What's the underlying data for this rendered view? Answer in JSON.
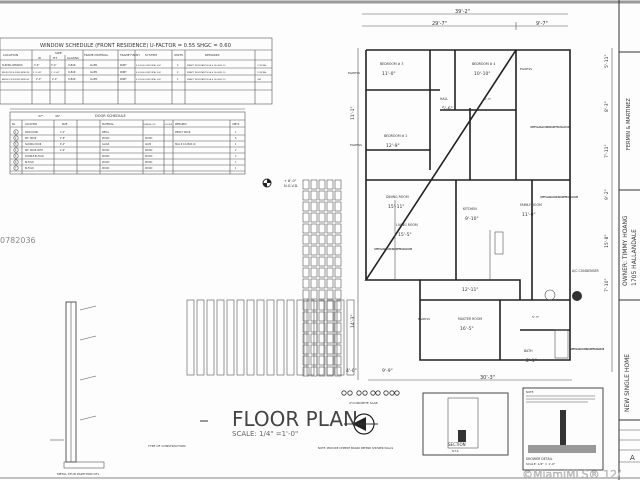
{
  "window_schedule": {
    "title": "WINDOW SCHEDULE (FRONT RESIDENCE) U-FACTOR = 0.55 SHGC = 0.60",
    "headers": [
      "LOCATION",
      "SIZE",
      "W",
      "HT",
      "GLAZING",
      "FRAME MATERIAL",
      "FRAME FINISH",
      "SYSTEM",
      "UNITS",
      "REMARKS"
    ],
    "rows": [
      [
        "SLIDING WINDOW",
        "3'-6\"",
        "3'-0\"",
        "CLEAR",
        "ALUMI.",
        "PAINT",
        "E.S.2000 HORIZONTAL SLM",
        "4",
        "IMPACT RESISTANT NOA # 14-0822.10",
        "CONCEAL"
      ],
      [
        "BEDROOM SLIDING WINDOW",
        "3'-1 5/8\"",
        "3'-1 5/8\"",
        "CLEAR",
        "ALUMI.",
        "PAINT",
        "E.S.2000 HORIZONTAL SLM",
        "2",
        "IMPACT RESISTANT NOA # 14-0822.10",
        "CONCEAL"
      ],
      [
        "BATHROOM SLIDING WINDOW",
        "2'-0\"",
        "2'-0\"",
        "CLEAR",
        "ALUMI.",
        "PAINT",
        "E.S.2000 HORIZONTAL SLM",
        "1",
        "IMPACT RESISTANT NOA # 14-0822.10",
        "OBS"
      ]
    ]
  },
  "door_schedule": {
    "title": "DOOR SCHEDULE",
    "header_note": [
      "37\"",
      "36\""
    ],
    "headers": [
      "No",
      "LOCATION",
      "SIZE",
      "MATERIAL",
      "THRESHOLD",
      "LOUVER",
      "REMARKS",
      "UNITS"
    ],
    "rows": [
      [
        "1",
        "MAIN DOOR",
        "3'-0\"",
        "METAL",
        "",
        "",
        "IMPACT DOOR",
        "1"
      ],
      [
        "2",
        "INT. DOOR",
        "2'-8\"",
        "WOOD",
        "WOOD",
        "",
        "",
        "6"
      ],
      [
        "3",
        "SLIDING DOOR",
        "6'-0\"",
        "GLASS",
        "ALUM",
        "",
        "NOA # 14-0822.10",
        "1"
      ],
      [
        "4",
        "INT. DOOR WITH",
        "2'-6\"",
        "WOOD",
        "WOOD",
        "",
        "",
        "2"
      ],
      [
        "5",
        "DOUBLE BI-FOLD",
        "",
        "WOOD",
        "WOOD",
        "",
        "",
        "3"
      ],
      [
        "6",
        "BI-FOLD",
        "",
        "WOOD",
        "WOOD",
        "",
        "",
        "1"
      ],
      [
        "7",
        "BI-FOLD",
        "",
        "WOOD",
        "WOOD",
        "",
        "",
        "1"
      ]
    ]
  },
  "listing_id": "0782036",
  "ngvd": {
    "elev": "+ 8'-0\"",
    "label": "N.G.V.D."
  },
  "dims": {
    "overall": "39'-2\"",
    "left": "29'-7\"",
    "right": "9'-7\"",
    "bottom": "30'-3\"",
    "bot1": "4'-0\"",
    "bot2": "9'-9\"",
    "r1": "5'-11\"",
    "r2": "8'-3\"",
    "r3": "7'-11\"",
    "r4": "9'-2\"",
    "r5": "15'-8\"",
    "r6": "7'-10\"",
    "left1": "14'-3\"",
    "left2": "11'-1\""
  },
  "rooms": [
    {
      "name": "BEDROOM # 3",
      "dim": "11'-0\""
    },
    {
      "name": "BEDROOM # 4",
      "dim": "10'-10\""
    },
    {
      "name": "HALL",
      "dim": "5'-6\""
    },
    {
      "name": "BEDROOM # 2",
      "dim": "12'-9\""
    },
    {
      "name": "DINING ROOM",
      "dim": "15'-11\""
    },
    {
      "name": "LIVING ROOM",
      "dim": "15'-5\""
    },
    {
      "name": "KITCHEN",
      "dim": "9'-10\""
    },
    {
      "name": "FAMILY ROOM",
      "dim": "11'-0\""
    },
    {
      "name": "MASTER ROOM",
      "dim": "16'-5\""
    },
    {
      "name": "BATH",
      "dim": "2'-1\""
    }
  ],
  "labels": {
    "egress": "EGRESS",
    "safety_glass": "SAFETY GLASS ACCORDING WITH FBC 2411.4.3 CAT II",
    "ac": "A/C CONDENSER",
    "slab": "4\"CONCRETE SLAB",
    "hall_dim": "12'-11\"",
    "dim_8": "8'-3\"",
    "dim_5": "5'-3\""
  },
  "wall_section": {
    "title": "METAL STUD PARTITION DTL",
    "construction": "TYPE OF CONSTRUCTION"
  },
  "floor_plan_title": "FLOOR PLAN",
  "scale": "SCALE: 1/4\" =1'-0\"",
  "note": "NOTE: PROVIDE CEMENT BOARD BEHIND SHOWER WALLS",
  "section": {
    "title": "SECTION",
    "scale": "N.T.S."
  },
  "shower_detail": {
    "title": "SHOWER DETAIL",
    "scale": "SCALE: 1/2\" = 1'-0\"",
    "note_label": "NOTE:"
  },
  "title_block": {
    "firm": "FERMIN & MARTINEZ",
    "owner": "OWNER: TIMMY HOANG",
    "address": "1705 HALLANDALE",
    "project": "NEW SINGLE HOME",
    "sheet": "A"
  },
  "watermark": "©MiamiMLS® 12/"
}
